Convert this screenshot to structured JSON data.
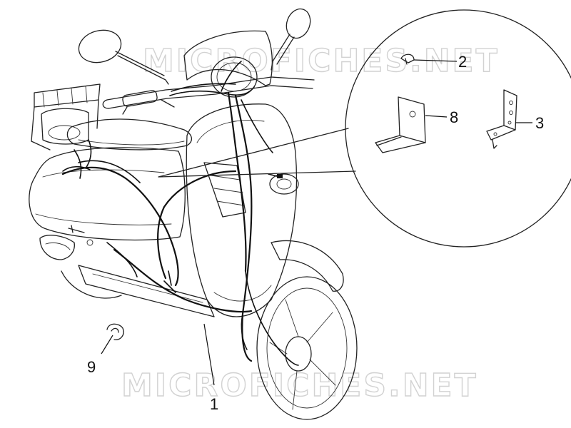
{
  "watermark": {
    "text": "MICROFICHES.NET"
  },
  "callouts": [
    {
      "id": "part-1",
      "label": "1"
    },
    {
      "id": "part-2",
      "label": "2"
    },
    {
      "id": "part-3",
      "label": "3"
    },
    {
      "id": "part-8",
      "label": "8"
    },
    {
      "id": "part-9",
      "label": "9"
    }
  ],
  "colors": {
    "line": "#222222",
    "cable": "#111111",
    "watermark": "#d2d2d2",
    "background": "#ffffff"
  }
}
